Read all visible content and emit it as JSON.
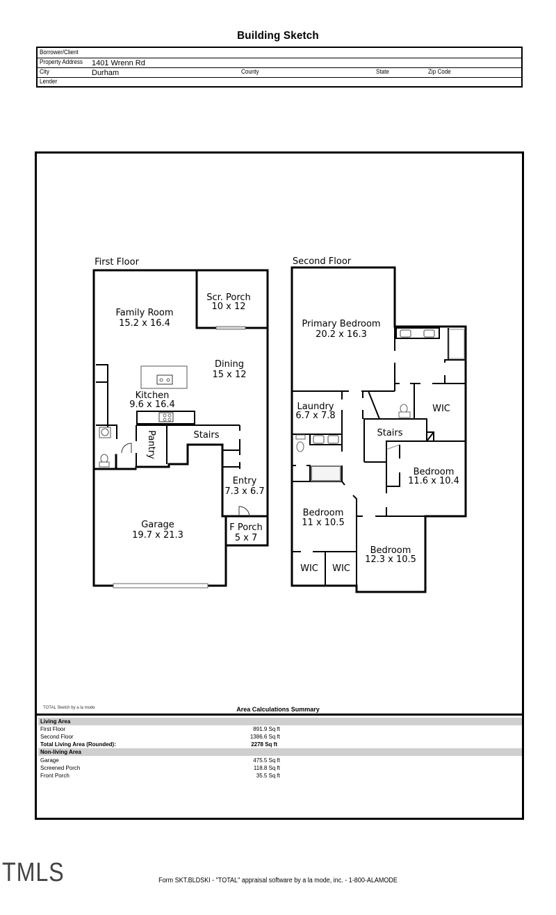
{
  "document": {
    "title": "Building Sketch"
  },
  "header_fields": {
    "borrower_label": "Borrower/Client",
    "borrower_value": "",
    "address_label": "Property Address",
    "address_value": "1401 Wrenn Rd",
    "city_label": "City",
    "city_value": "Durham",
    "county_label": "County",
    "county_value": "",
    "state_label": "State",
    "state_value": "",
    "zip_label": "Zip Code",
    "zip_value": "",
    "lender_label": "Lender",
    "lender_value": ""
  },
  "first_floor": {
    "label": "First Floor",
    "rooms": [
      {
        "name": "Family Room",
        "dims": "15.2 x 16.4"
      },
      {
        "name": "Scr. Porch",
        "dims": "10 x 12"
      },
      {
        "name": "Dining",
        "dims": "15 x 12"
      },
      {
        "name": "Kitchen",
        "dims": "9.6 x 16.4"
      },
      {
        "name": "Pantry",
        "dims": ""
      },
      {
        "name": "Stairs",
        "dims": ""
      },
      {
        "name": "Entry",
        "dims": "7.3 x 6.7"
      },
      {
        "name": "F Porch",
        "dims": "5 x 7"
      },
      {
        "name": "Garage",
        "dims": "19.7 x 21.3"
      }
    ]
  },
  "second_floor": {
    "label": "Second Floor",
    "rooms": [
      {
        "name": "Primary Bedroom",
        "dims": "20.2 x 16.3"
      },
      {
        "name": "Laundry",
        "dims": "6.7 x 7.8"
      },
      {
        "name": "WIC",
        "dims": ""
      },
      {
        "name": "Stairs",
        "dims": ""
      },
      {
        "name": "Bedroom",
        "dims": "11.6 x 10.4"
      },
      {
        "name": "Bedroom",
        "dims": "11 x 10.5"
      },
      {
        "name": "Bedroom",
        "dims": "12.3 x 10.5"
      },
      {
        "name": "WIC",
        "dims": ""
      },
      {
        "name": "WIC",
        "dims": ""
      }
    ]
  },
  "summary": {
    "credit": "TOTAL Sketch by a la mode",
    "title": "Area Calculations Summary",
    "living_header": "Living Area",
    "living_rows": [
      {
        "label": "First Floor",
        "value": "891.9 Sq ft"
      },
      {
        "label": "Second Floor",
        "value": "1386.6 Sq ft"
      }
    ],
    "total_label": "Total Living Area (Rounded):",
    "total_value": "2278 Sq ft",
    "nonliving_header": "Non-living Area",
    "nonliving_rows": [
      {
        "label": "Garage",
        "value": "475.5 Sq ft"
      },
      {
        "label": "Screened Porch",
        "value": "118.8 Sq ft"
      },
      {
        "label": "Front Porch",
        "value": "35.5 Sq ft"
      }
    ]
  },
  "footer": {
    "form_text": "Form SKT.BLDSKI - \"TOTAL\" appraisal software by a la mode, inc. - 1-800-ALAMODE",
    "watermark": "TMLS"
  }
}
